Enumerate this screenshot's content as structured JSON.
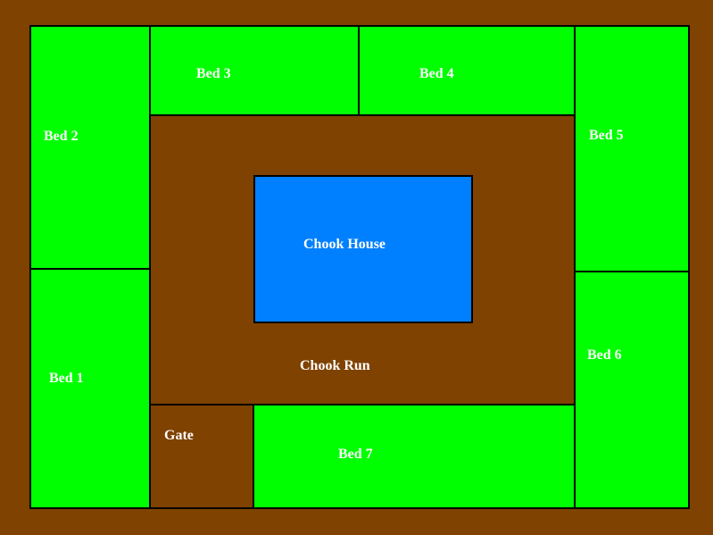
{
  "colors": {
    "ground": "#7f4200",
    "bed": "#00ff00",
    "house": "#0080ff",
    "border": "#000000",
    "text": "#ffffff"
  },
  "labels": {
    "bed1": "Bed 1",
    "bed2": "Bed 2",
    "bed3": "Bed 3",
    "bed4": "Bed 4",
    "bed5": "Bed 5",
    "bed6": "Bed 6",
    "bed7": "Bed 7",
    "chook_house": "Chook House",
    "chook_run": "Chook Run",
    "gate": "Gate"
  }
}
